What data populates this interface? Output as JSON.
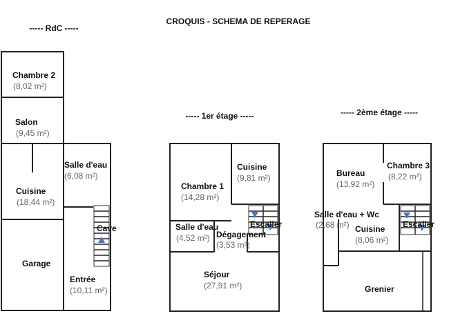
{
  "title": "CROQUIS - SCHEMA DE REPERAGE",
  "floors": {
    "rdc": {
      "label": "----- RdC -----",
      "rooms": [
        {
          "name": "Chambre 2",
          "area": "(8,02 m²)"
        },
        {
          "name": "Salon",
          "area": "(9,45 m²)"
        },
        {
          "name": "Cuisine",
          "area": "(18,44 m²)"
        },
        {
          "name": "Salle d'eau",
          "area": "(6,08 m²)"
        },
        {
          "name": "Cave",
          "area": ""
        },
        {
          "name": "Garage",
          "area": ""
        },
        {
          "name": "Entrée",
          "area": "(10,11 m²)"
        }
      ]
    },
    "first": {
      "label": "----- 1er étage -----",
      "rooms": [
        {
          "name": "Chambre 1",
          "area": "(14,28 m²)"
        },
        {
          "name": "Cuisine",
          "area": "(9,81 m²)"
        },
        {
          "name": "Salle d'eau",
          "area": "(4,52 m²)"
        },
        {
          "name": "Escalier",
          "area": ""
        },
        {
          "name": "Dégagement",
          "area": "(3,53 m²)"
        },
        {
          "name": "Séjour",
          "area": "(27,91 m²)"
        }
      ]
    },
    "second": {
      "label": "----- 2ème étage -----",
      "rooms": [
        {
          "name": "Bureau",
          "area": "(13,92 m²)"
        },
        {
          "name": "Chambre 3",
          "area": "(8,22 m²)"
        },
        {
          "name": "Salle d'eau + Wc",
          "area": "(2,68 m²)"
        },
        {
          "name": "Escalier",
          "area": ""
        },
        {
          "name": "Cuisine",
          "area": "(8,06 m²)"
        },
        {
          "name": "Grenier",
          "area": ""
        }
      ]
    }
  }
}
